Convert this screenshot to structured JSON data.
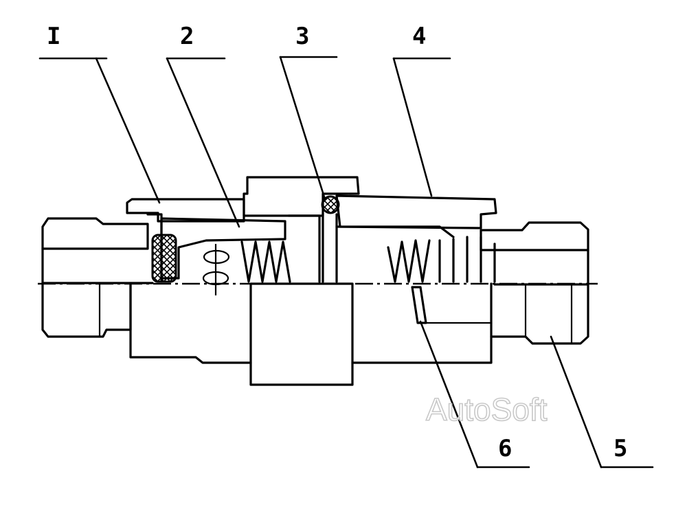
{
  "callouts": [
    {
      "id": "callout-1",
      "label": "I"
    },
    {
      "id": "callout-2",
      "label": "2"
    },
    {
      "id": "callout-3",
      "label": "3"
    },
    {
      "id": "callout-4",
      "label": "4"
    },
    {
      "id": "callout-5",
      "label": "5"
    },
    {
      "id": "callout-6",
      "label": "6"
    }
  ],
  "watermark": "AutoSoft",
  "colors": {
    "ink": "#000000",
    "background": "#ffffff",
    "watermark_outline": "#c8c8c8"
  }
}
